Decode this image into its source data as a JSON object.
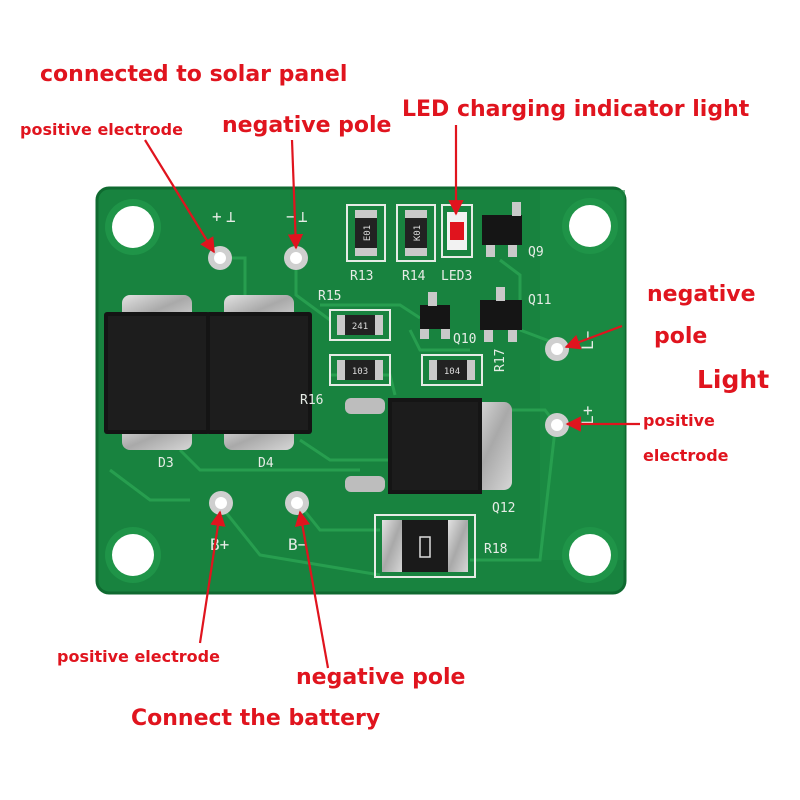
{
  "annotations": {
    "solar_panel": "connected to solar panel",
    "solar_positive": "positive electrode",
    "solar_negative": "negative pole",
    "led_indicator": "LED charging indicator light",
    "light_negative_line1": "negative",
    "light_negative_line2": "pole",
    "light": "Light",
    "light_positive_line1": "positive",
    "light_positive_line2": "electrode",
    "battery_positive": "positive electrode",
    "battery_negative": "negative pole",
    "battery": "Connect the battery"
  },
  "silkscreen": {
    "solar_plus": "+",
    "solar_minus": "−",
    "r13": "R13",
    "r14": "R14",
    "led3": "LED3",
    "q9": "Q9",
    "r15": "R15",
    "q11": "Q11",
    "q10": "Q10",
    "r17": "R17",
    "r16": "R16",
    "d3": "D3",
    "d4": "D4",
    "q12": "Q12",
    "r18": "R18",
    "b_plus": "B+",
    "b_minus": "B−",
    "l_minus": "L−",
    "l_plus": "L+"
  },
  "component_marks": {
    "r13_code": "E01",
    "r14_code": "K01",
    "r15_code": "241",
    "r16_code": "103",
    "r17_code": "104"
  },
  "colors": {
    "board": "#18833f",
    "board_edge": "#0f6a30",
    "trace": "#2a9a4e",
    "label": "#e0141e",
    "silkscreen": "#e6ece6"
  }
}
